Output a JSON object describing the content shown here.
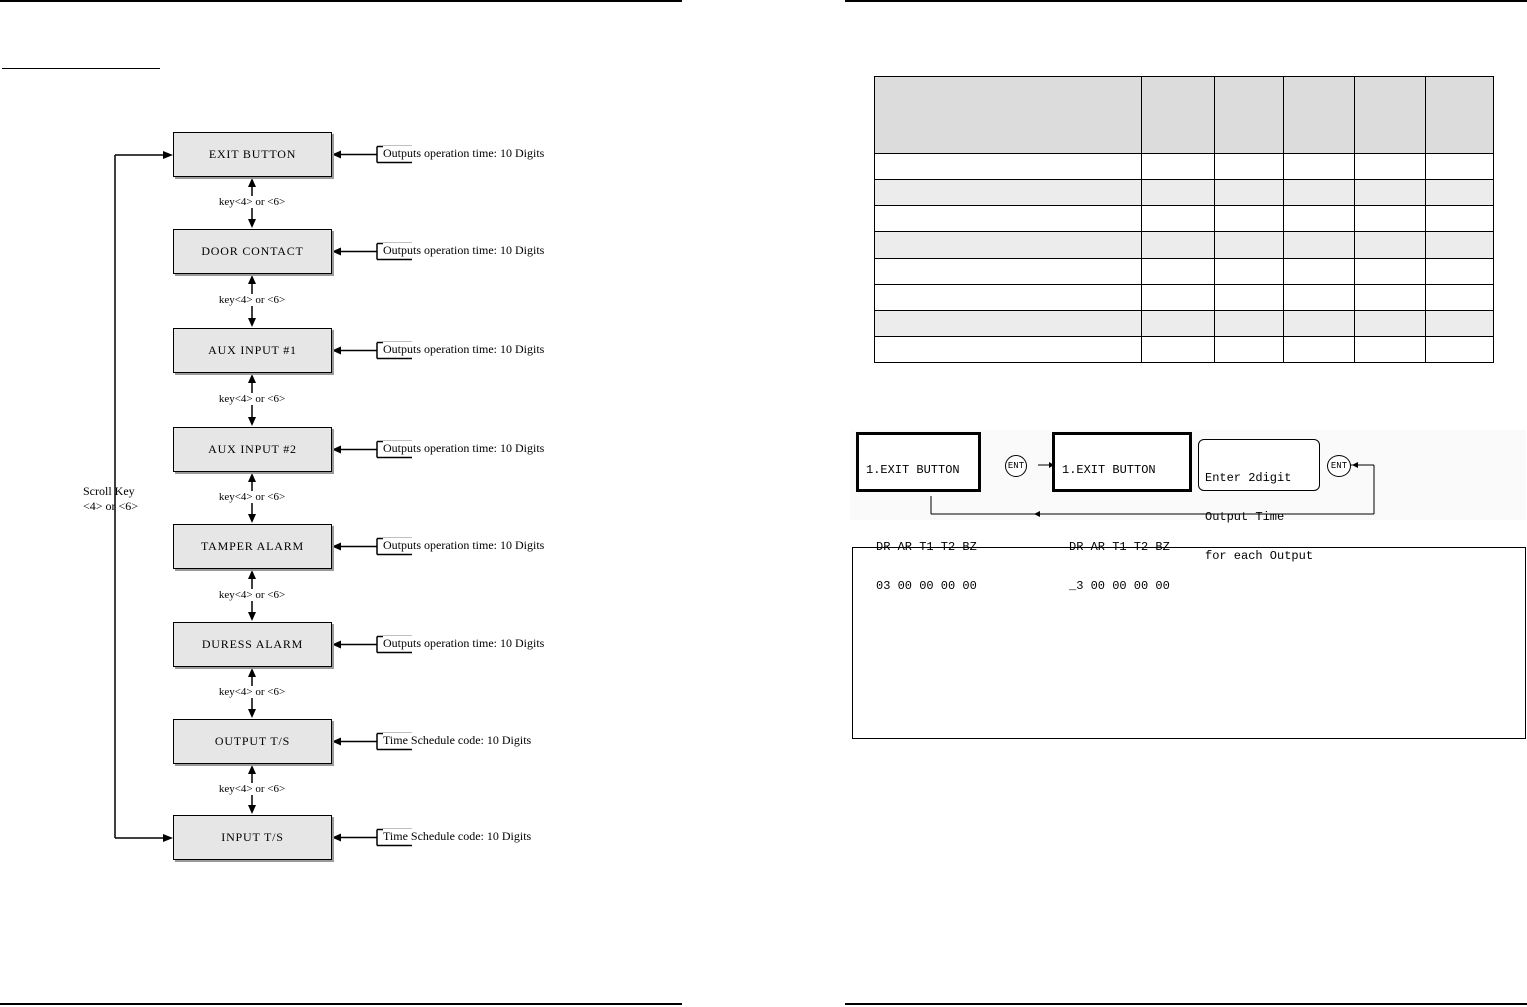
{
  "flow": {
    "menu_items": [
      {
        "label": "EXIT  BUTTON",
        "side": "Outputs operation time: 10 Digits"
      },
      {
        "label": "DOOR CONTACT",
        "side": "Outputs operation time: 10 Digits"
      },
      {
        "label": "AUX INPUT #1",
        "side": "Outputs operation time: 10 Digits"
      },
      {
        "label": "AUX INPUT #2",
        "side": "Outputs operation time: 10 Digits"
      },
      {
        "label": "TAMPER ALARM",
        "side": "Outputs operation time: 10 Digits"
      },
      {
        "label": "DURESS  ALARM",
        "side": "Outputs operation time: 10 Digits"
      },
      {
        "label": "OUTPUT T/S",
        "side": "Time Schedule code: 10 Digits"
      },
      {
        "label": "INPUT T/S",
        "side": "Time Schedule code: 10 Digits"
      }
    ],
    "key_label": "key<4> or <6>",
    "scroll_label_1": "Scroll Key",
    "scroll_label_2": "<4>  or <6>"
  },
  "lcd_example": {
    "screen1": {
      "line1": "1.EXIT BUTTON",
      "line2": "DR AR T1 T2 BZ",
      "line3": "03 00 00 00 00"
    },
    "ent1": "ENT",
    "screen2": {
      "line1": "1.EXIT BUTTON",
      "line2": "DR AR T1 T2 BZ",
      "line3": "_3 00 00 00 00"
    },
    "prompt": {
      "line1": "Enter 2digit",
      "line2": "Output Time",
      "line3": "for each Output"
    },
    "ent2": "ENT"
  },
  "colors": {
    "box_fill": "#e6e6e6",
    "table_header": "#dcdcdc",
    "table_stripe": "#ececec",
    "border": "#000000"
  }
}
